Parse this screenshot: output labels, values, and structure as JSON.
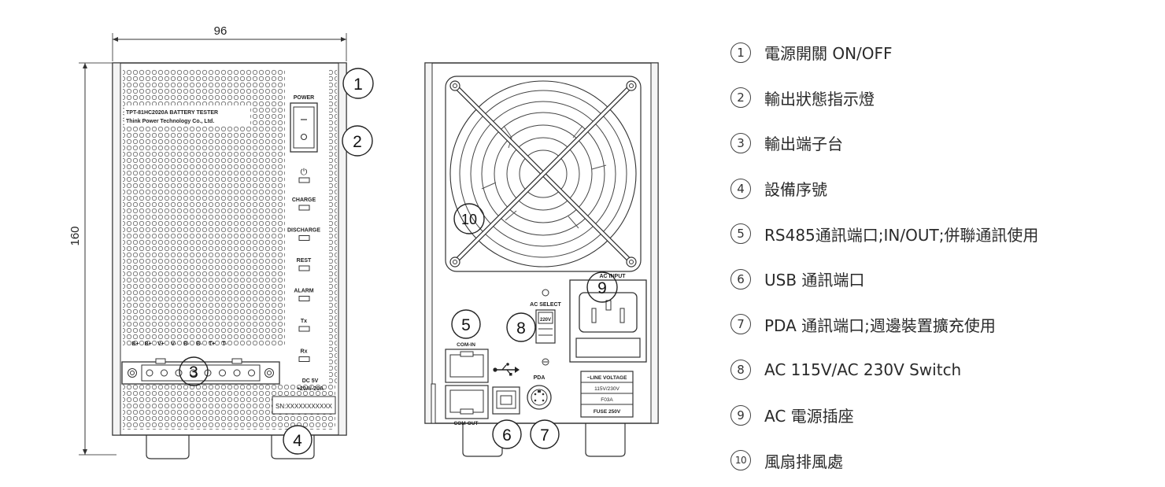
{
  "dimensions": {
    "width": "96",
    "height": "160"
  },
  "front_panel": {
    "model_line1": "TPT-81HC2020A BATTERY TESTER",
    "model_line2": "Think Power Technology Co., Ltd.",
    "power_label": "POWER",
    "power_symbol": "⏻",
    "indicator_labels": [
      "CHARGE",
      "DISCHARGE",
      "REST",
      "ALARM",
      "Tx",
      "Rx"
    ],
    "terminal_labels": [
      "B+",
      "B+",
      "V+",
      "V-",
      "B-",
      "B-",
      "T+",
      "T-"
    ],
    "dc_label": "DC 5V",
    "current_label": "+20A/-20A",
    "serial": "SN:XXXXXXXXXXX"
  },
  "rear_panel": {
    "ac_input_label": "AC INPUT",
    "ac_select_label": "AC SELECT",
    "switch_value": "220V",
    "com_in_label": "COM-IN",
    "com_out_label": "COM-OUT",
    "pda_label": "PDA",
    "voltage_box": [
      "~LINE VOLTAGE",
      "115V/230V",
      "F03A",
      "FUSE 250V"
    ]
  },
  "callouts": [
    "1",
    "2",
    "3",
    "4",
    "5",
    "6",
    "7",
    "8",
    "9",
    "10"
  ],
  "legend": [
    {
      "num": "1",
      "text": "電源開關 ON/OFF"
    },
    {
      "num": "2",
      "text": "輸出狀態指示燈"
    },
    {
      "num": "3",
      "text": "輸出端子台"
    },
    {
      "num": "4",
      "text": "設備序號"
    },
    {
      "num": "5",
      "text": "RS485通訊端口;IN/OUT;併聯通訊使用"
    },
    {
      "num": "6",
      "text": "USB 通訊端口"
    },
    {
      "num": "7",
      "text": "PDA 通訊端口;週邊裝置擴充使用"
    },
    {
      "num": "8",
      "text": "AC 115V/AC 230V Switch"
    },
    {
      "num": "9",
      "text": "AC 電源插座"
    },
    {
      "num": "10",
      "text": "風扇排風處"
    }
  ]
}
